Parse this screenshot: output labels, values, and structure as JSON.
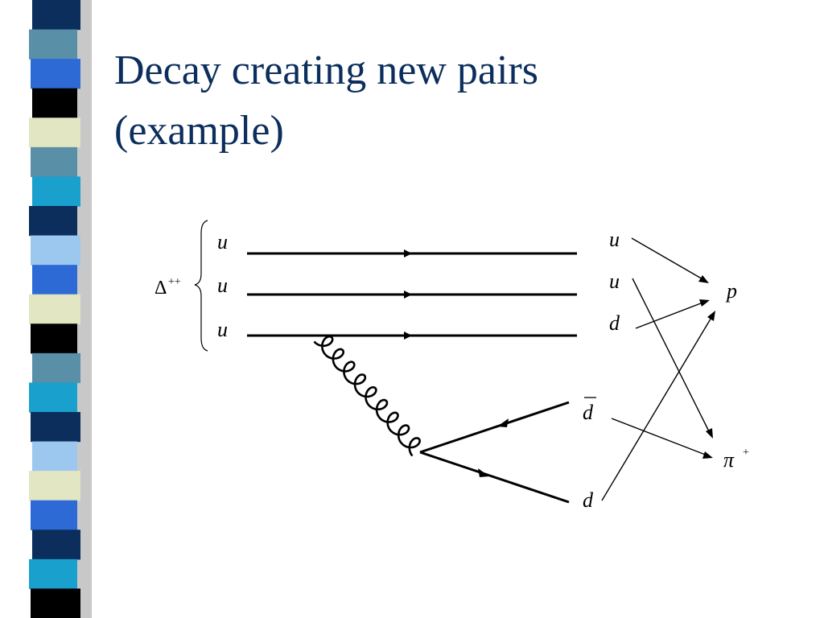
{
  "slide": {
    "title_lines": [
      "Decay creating new pairs",
      "(example)"
    ]
  },
  "diagram": {
    "initial": {
      "particle": "Δ",
      "particle_charge": "++",
      "quarks": [
        "u",
        "u",
        "u"
      ]
    },
    "final_quarks": [
      "u",
      "u",
      "d"
    ],
    "pair": {
      "antiquark": "d",
      "antiquark_bar": true,
      "quark": "d"
    },
    "products": {
      "proton": "p",
      "pion": "π",
      "pion_charge": "+"
    }
  },
  "colors": {
    "title": "#0b2e5c",
    "lines": "#000000"
  },
  "stripe_colors": [
    "#0b2e5c",
    "#5a8fa8",
    "#2e6ad6",
    "#000000",
    "#e2e6c2",
    "#5a8fa8",
    "#1aa0cc",
    "#0b2e5c",
    "#9cc8f0",
    "#2e6ad6",
    "#e2e6c2",
    "#000000",
    "#5a8fa8",
    "#1aa0cc",
    "#0b2e5c",
    "#9cc8f0",
    "#e2e6c2",
    "#2e6ad6",
    "#0b2e5c",
    "#1aa0cc",
    "#000000"
  ]
}
